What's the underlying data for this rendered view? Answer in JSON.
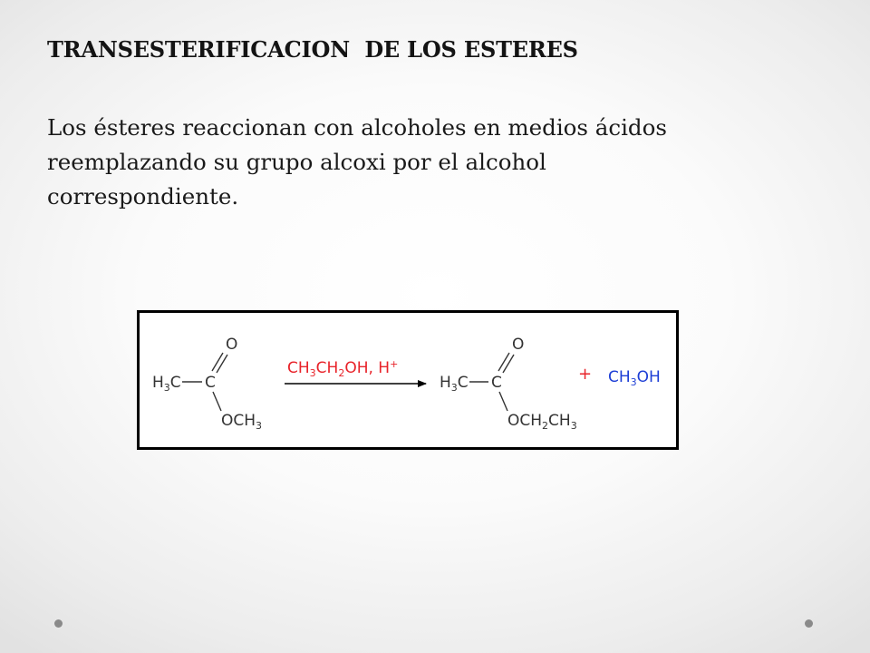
{
  "slide": {
    "title": "TRANSESTERIFICACION  DE LOS ESTERES",
    "body_lines": [
      "Los ésteres reaccionan con alcoholes en medios ácidos",
      "reemplazando su grupo alcoxi por el alcohol",
      "correspondiente."
    ]
  },
  "reaction": {
    "reactant": {
      "oxygen": "O",
      "carbon": "C",
      "methyl": "H3C",
      "alkoxy": "OCH3"
    },
    "reagent": "CH3CH2OH, H+",
    "product": {
      "oxygen": "O",
      "carbon": "C",
      "methyl": "H3C",
      "alkoxy": "OCH2CH3"
    },
    "plus": "+",
    "byproduct": "CH3OH",
    "colors": {
      "reagent": "#e8232a",
      "byproduct": "#1e3fd6",
      "plus": "#e8232a",
      "structure": "#333333"
    }
  }
}
